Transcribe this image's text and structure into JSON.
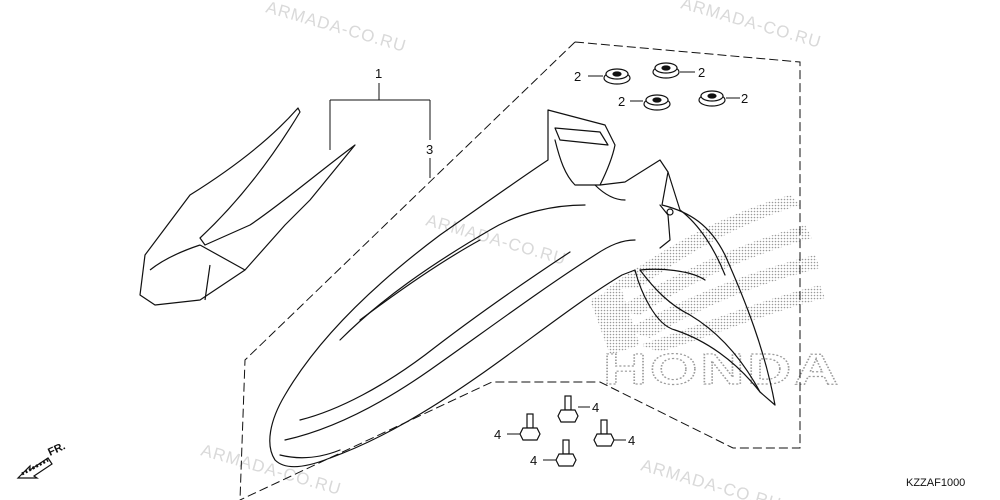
{
  "diagram": {
    "frame_code": "KZZAF1000",
    "direction_label": "FR.",
    "logo_text": "HONDA",
    "watermark_text": "ARMADA-CO.RU",
    "callouts": {
      "assembly": "1",
      "sticker": "3",
      "grommet_a": "2",
      "grommet_b": "2",
      "grommet_c": "2",
      "grommet_d": "2",
      "bolt_a": "4",
      "bolt_b": "4",
      "bolt_c": "4",
      "bolt_d": "4"
    }
  },
  "colors": {
    "line": "#111111",
    "logo_dots": "#9a9a9a",
    "watermark": "#d9d9d9"
  }
}
